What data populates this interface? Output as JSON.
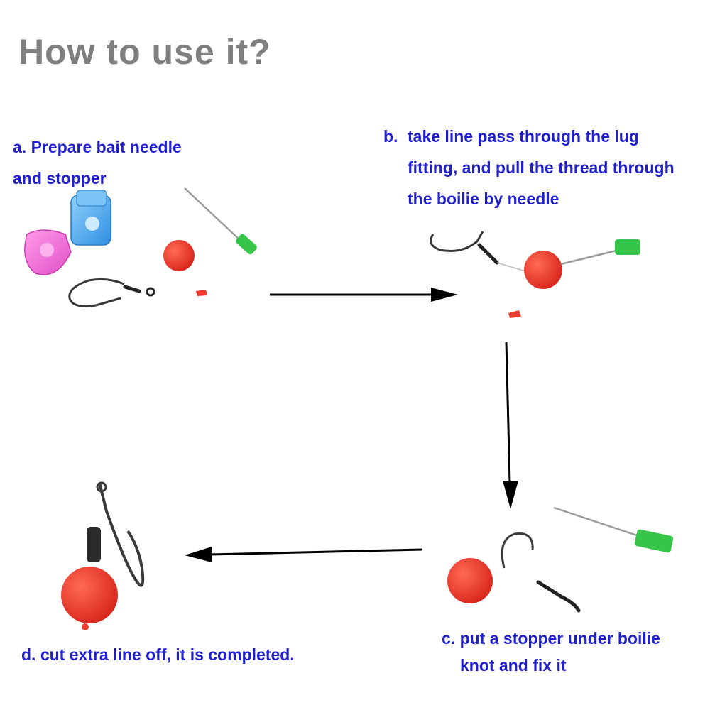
{
  "title": "How to use it?",
  "steps": {
    "a": {
      "line1": "a. Prepare bait needle",
      "line2": "and stopper"
    },
    "b": {
      "letter": "b.",
      "line1": "take line pass through the lug",
      "line2": "fitting, and pull the thread through",
      "line3": "the boilie by needle"
    },
    "c": {
      "line1": "c. put a stopper under boilie",
      "line2": "knot and fix it"
    },
    "d": {
      "line1": "d. cut extra line off, it is completed."
    }
  },
  "colors": {
    "title": "#7f7f7f",
    "step_text": "#1f1fcf",
    "boilie": "#ef3a2e",
    "needle_handle": "#36c548",
    "pink_case": "#f06ad8",
    "blue_case": "#4aa6ef",
    "hook": "#3a3a3a"
  },
  "icons": {
    "photo_a": "bait-needle-stopper-kit",
    "photo_b": "hook-boilie-needle-threaded",
    "photo_c": "boilie-with-stopper",
    "photo_d": "completed-hair-rig",
    "arrow_right": "arrow-right",
    "arrow_down": "arrow-down",
    "arrow_left": "arrow-left"
  }
}
